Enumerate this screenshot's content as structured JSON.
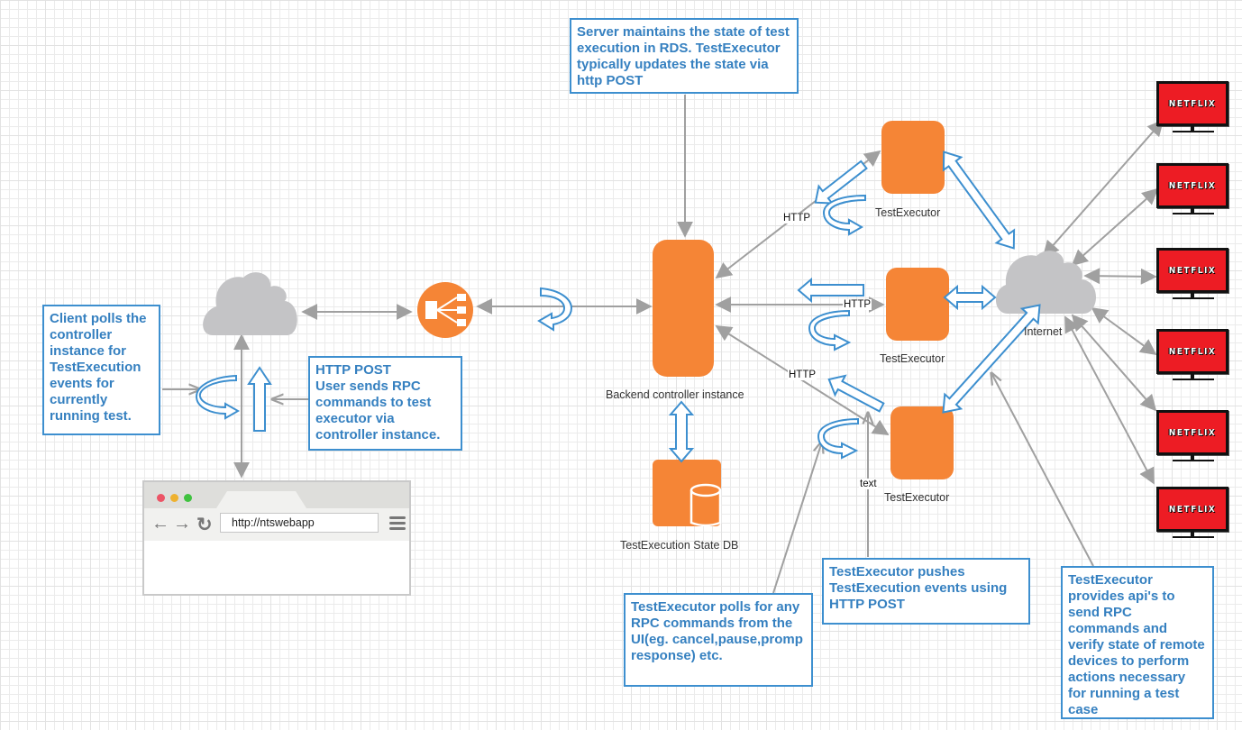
{
  "notes": {
    "server_state": "Server maintains the state of test execution in RDS. TestExecutor typically updates the state via http POST",
    "client_polls": "Client polls the controller instance for TestExecution events for currently running test.",
    "http_post_user": "HTTP POST\nUser sends RPC commands to test executor via controller instance.",
    "executor_polls": "TestExecutor polls for any RPC commands from the UI(eg. cancel,pause,promp response) etc.",
    "executor_pushes": "TestExecutor pushes TestExecution events using HTTP POST",
    "executor_provides": "TestExecutor provides api's to send RPC commands and verify state of remote devices to perform actions necessary for running a test case"
  },
  "labels": {
    "backend_controller": "Backend controller instance",
    "state_db": "TestExecution State DB",
    "executor_1": "TestExecutor",
    "executor_2": "TestExecutor",
    "executor_3": "TestExecutor",
    "internet": "Internet",
    "http_1": "HTTP",
    "http_2": "HTTP",
    "http_3": "HTTP",
    "text_edge": "text"
  },
  "browser": {
    "url": "http://ntswebapp",
    "back_icon": "arrow-left-icon",
    "forward_icon": "arrow-right-icon",
    "reload_icon": "reload-icon",
    "menu_icon": "hamburger-menu-icon"
  },
  "devices": [
    {
      "brand": "NETFLIX"
    },
    {
      "brand": "NETFLIX"
    },
    {
      "brand": "NETFLIX"
    },
    {
      "brand": "NETFLIX"
    },
    {
      "brand": "NETFLIX"
    },
    {
      "brand": "NETFLIX"
    }
  ],
  "colors": {
    "accent_orange": "#f58536",
    "note_blue": "#3d8fcf",
    "cloud_gray": "#c4c4c6",
    "connector_gray": "#a0a0a0",
    "tv_red": "#ed1c24"
  }
}
